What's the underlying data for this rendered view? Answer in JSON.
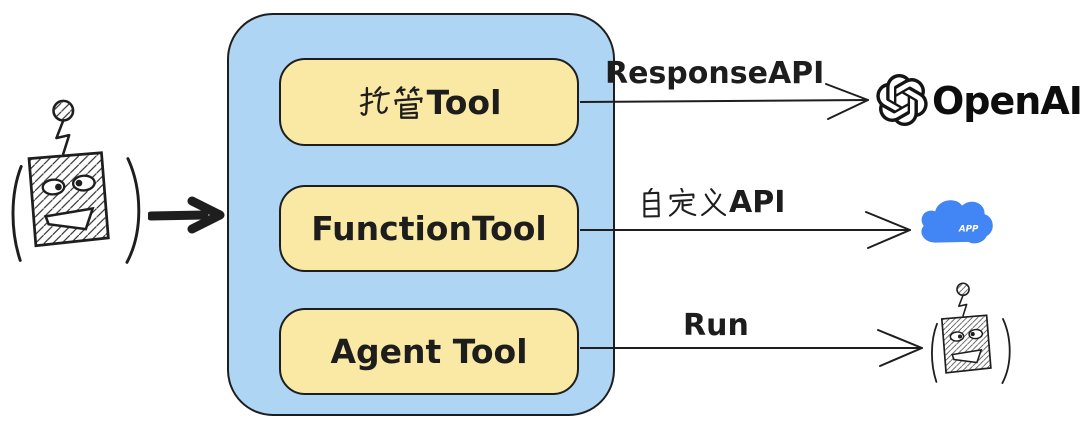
{
  "diagram": {
    "source": {
      "icon": "robot-agent"
    },
    "container": {
      "fill": "#aed5f3",
      "box_fill": "#f9e9a4",
      "stroke": "#1e1e1e",
      "boxes": [
        {
          "label": "托管Tool",
          "label_cjk": "托管",
          "label_latin": "Tool"
        },
        {
          "label": "FunctionTool"
        },
        {
          "label": "Agent Tool"
        }
      ]
    },
    "arrows": [
      {
        "label": "ResponseAPI",
        "target": "openai"
      },
      {
        "label": "自定义API",
        "label_cjk": "自定义",
        "label_latin": "API",
        "target": "app-cloud"
      },
      {
        "label": "Run",
        "target": "robot-agent"
      }
    ],
    "endpoints": {
      "openai": {
        "wordmark": "OpenAI"
      },
      "app_cloud": {
        "label": "APP",
        "fill": "#4285f4"
      }
    }
  }
}
